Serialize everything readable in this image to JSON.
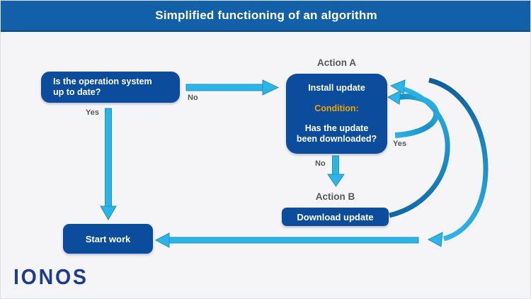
{
  "header": {
    "title": "Simplified functioning of an algorithm"
  },
  "flowchart": {
    "question_box": {
      "line1": "Is the operation system",
      "line2": "up to date?"
    },
    "action_a": {
      "label": "Action A",
      "install": "Install update",
      "condition_label": "Condition:",
      "condition_line1": "Has the update",
      "condition_line2": "been downloaded?"
    },
    "action_b": {
      "label": "Action B",
      "box": "Download update"
    },
    "start_box": {
      "label": "Start work"
    },
    "edge_labels": {
      "no_top": "No",
      "yes_left": "Yes",
      "no_mid": "No",
      "yes_loop": "Yes"
    }
  },
  "branding": {
    "logo": "IONOS"
  },
  "colors": {
    "header_blue": "#1160a8",
    "box_blue": "#0b4d9c",
    "arrow_cyan": "#2db4e6",
    "arc_dark_blue": "#0c5e9c",
    "condition_amber": "#f0a500",
    "label_gray": "#57585a",
    "logo_navy": "#1d3c8e",
    "background": "#f5f5f7"
  }
}
